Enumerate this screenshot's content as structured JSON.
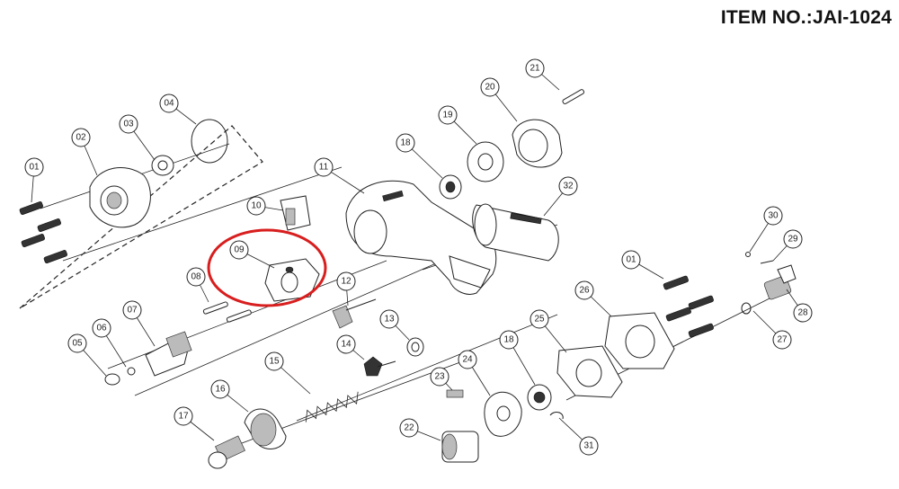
{
  "header": {
    "item_no": "ITEM NO.:JAI-1024"
  },
  "callouts": [
    "01",
    "02",
    "03",
    "04",
    "05",
    "06",
    "07",
    "08",
    "09",
    "10",
    "11",
    "12",
    "13",
    "14",
    "15",
    "16",
    "17",
    "18",
    "19",
    "20",
    "21",
    "22",
    "23",
    "24",
    "25",
    "26",
    "27",
    "28",
    "29",
    "30",
    "31",
    "32"
  ],
  "highlight": {
    "part": "09",
    "color": "#d81e1e"
  }
}
